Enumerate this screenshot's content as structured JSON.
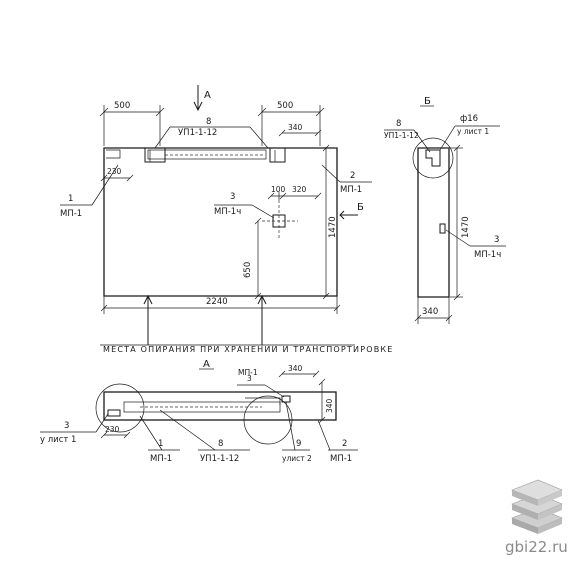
{
  "views": {
    "main": {
      "dim_left": "500",
      "dim_right": "500",
      "view_arrow": "A",
      "part_top": "8",
      "part_top_code": "УП1-1-12",
      "dim_340": "340",
      "dim_230": "230",
      "ref_left_num": "1",
      "ref_left_code": "МП-1",
      "ref_right_num": "2",
      "ref_right_code": "МП-1",
      "ref_center_num": "3",
      "ref_center_code": "МП-1ч",
      "dim_100": "100",
      "dim_320": "320",
      "section_arrow": "Б",
      "height_dim": "1470",
      "dim_650": "650",
      "width_dim": "2240",
      "support_caption": "МЕСТА ОПИРАНИЯ ПРИ ХРАНЕНИИ И ТРАНСПОРТИРОВКЕ"
    },
    "section_b": {
      "title": "Б",
      "part_num": "8",
      "part_code": "УП1-1-12",
      "steel": "ф16",
      "sheet": "у лист 1",
      "height_dim": "1470",
      "ref_num": "3",
      "ref_code": "МП-1ч",
      "width_dim": "340"
    },
    "plan_a": {
      "title": "А",
      "ref_top_num": "3",
      "ref_top_code": "МП-1",
      "dim_340": "340",
      "dim_right": "340",
      "left_num": "3",
      "left_code": "у лист 1",
      "dim_230": "230",
      "bottom_num_1": "1",
      "bottom_code_1": "МП-1",
      "bottom_num_2": "8",
      "bottom_code_2": "УП1-1-12",
      "bottom_num_3": "9",
      "bottom_code_3": "улист 2",
      "bottom_num_4": "2",
      "bottom_code_4": "МП-1"
    }
  },
  "watermark": {
    "text": "gbi22.ru"
  }
}
